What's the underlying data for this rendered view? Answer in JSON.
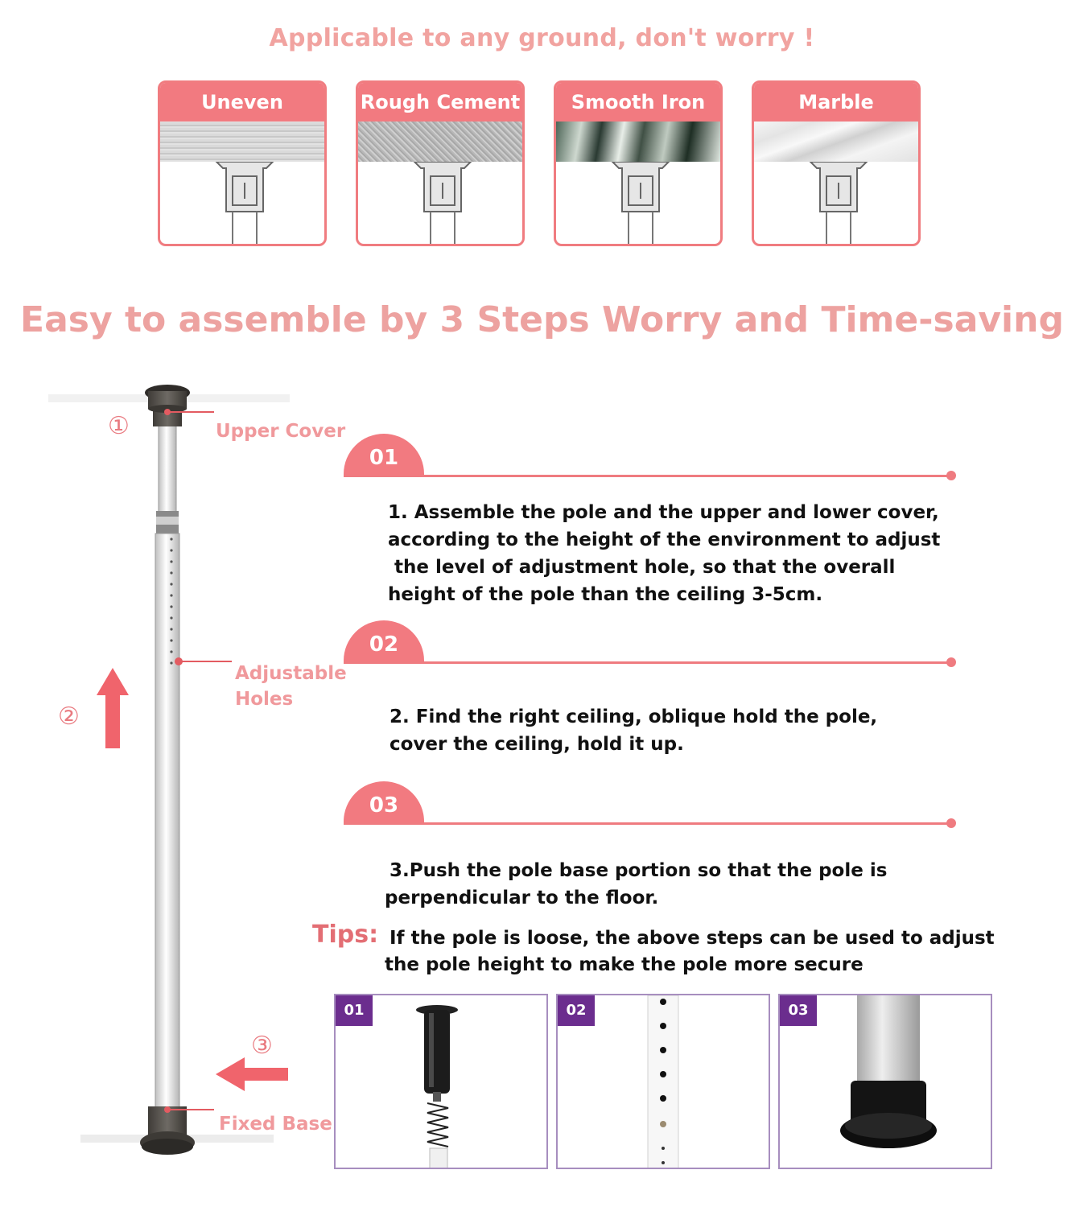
{
  "headline_top": "Applicable to any ground, don't worry !",
  "surfaces": [
    {
      "label": "Uneven"
    },
    {
      "label": "Rough Cement"
    },
    {
      "label": "Smooth Iron"
    },
    {
      "label": "Marble"
    }
  ],
  "headline_main": "Easy to assemble by 3 Steps  Worry and Time-saving",
  "pole": {
    "upper_cover": "Upper Cover",
    "adjustable_holes": "Adjustable Holes",
    "fixed_base": "Fixed Base",
    "marker_1": "①",
    "marker_2": "②",
    "marker_3": "③"
  },
  "steps": [
    {
      "number": "01",
      "lines": [
        "1. Assemble the pole and the upper and lower cover,",
        "according to the height of the environment to adjust",
        " the level of adjustment hole, so that the overall",
        "height of the pole than the ceiling 3-5cm."
      ]
    },
    {
      "number": "02",
      "lines": [
        "2. Find the right ceiling, oblique hold the pole,",
        "cover the ceiling, hold it up."
      ]
    },
    {
      "number": "03",
      "lines": [
        "3.Push the pole base portion so that the pole is",
        "perpendicular to the floor."
      ]
    }
  ],
  "tips": {
    "label": "Tips:",
    "lines": [
      "If the pole is loose, the above steps can be used to adjust",
      "the pole height to make the pole more secure"
    ]
  },
  "detail_boxes": [
    {
      "badge": "01"
    },
    {
      "badge": "02"
    },
    {
      "badge": "03"
    }
  ],
  "colors": {
    "accent_pink": "#f27a80",
    "headline_pink": "#eda2a0",
    "badge_purple": "#6b2d8e",
    "box_border": "#a78ebf"
  }
}
